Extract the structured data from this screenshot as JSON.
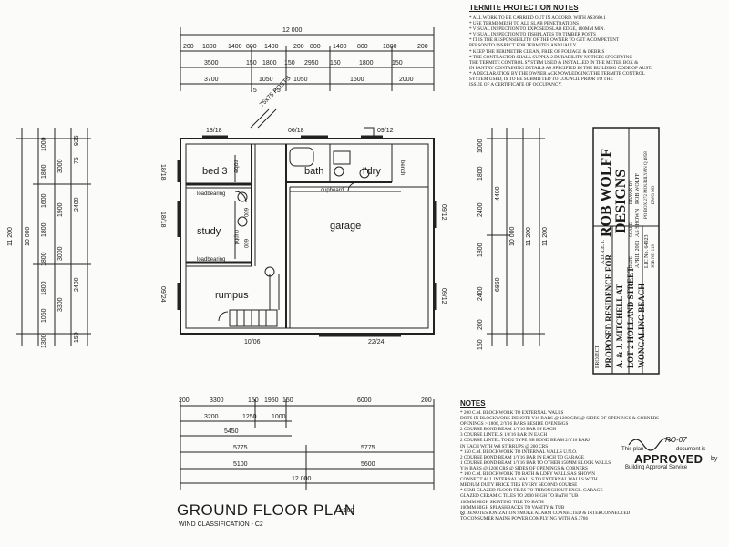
{
  "termite": {
    "title": "TERMITE PROTECTION NOTES",
    "items": [
      "* ALL WORK TO BE CARRIED OUT IN ACCORD. WITH AS3660.1",
      "* USE TERMI-MESH TO ALL SLAB PENETRATIONS",
      "* VISUAL INSPECTION TO EXPOSED SLAB EDGE, 100mm MIN.",
      "* VISUAL INSPECTION TO FISHPLATES TO TIMBER POSTS",
      "* IT IS THE RESPONSIBILITY OF THE OWNER TO GET A COMPETENT",
      "  PERSON TO INSPECT FOR TERMITES ANNUALLY",
      "* KEEP THE PERIMETER CLEAN, FREE OF FOLIAGE & DEBRIS",
      "* THE CONTRACTOR SHALL SUPPLY 2 DURABILITY NOTICES SPECIFYING",
      "  THE TERMITE CONTROL SYSTEM USED & INSTALLED IN THE METER BOX &",
      "  IN PANTRY  CONTAINING DETAILS AS SPECIFIED IN THE BUILDING CODE OF AUST.",
      "* A DECLARATION BY THE OWNER ACKNOWLEDGING THE TERMITE CONTROL",
      "  SYSTEM USED, IS TO BE SUBMITTED TO COUNCIL PRIOR TO THE",
      "  ISSUE OF A CERTIFICATE OF OCCUPANCY."
    ]
  },
  "notes": {
    "title": "NOTES",
    "items": [
      "* 200 C.M. BLOCKWORK TO EXTERNAL WALLS",
      "  DOTS IN BLOCKWORK DENOTE Y16 BARS @ 1200 CRS @ SIDES OF OPENINGS & CORNERS",
      "  OPENINGS > 1800, 2/Y16 BARS BESIDE OPENINGS",
      "  2 COURSE BOND BEAM 1/Y16 BAR IN EACH",
      "  3 COURSE LINTELS 1/Y16 BAR IN EACH",
      "  2 COURSE LINTEL TO D2 TYPE BB BOND BEAM 2/Y16 BARS",
      "  IN EACH WITH W8 STIRRUPS @ 200 CRS",
      "* 150 C.M. BLOCKWORK TO INTERNAL WALLS U.N.O.",
      "  2 COURSE BOND BEAM 1/Y16 BAR IN EACH TO GARAGE",
      "  1 COURSE BOND BEAM 1/Y16 BAR TO OTHER 150mm BLOCK WALLS",
      "  Y16 BARS @ 1200 CRS @ SIDES OF OPENINGS & CORNERS",
      "* 100 C.M. BLOCKWORK TO BATH & LDRY WALLS AS SHOWN",
      "  CONNECT ALL INTERNAL WALLS TO EXTERNAL WALLS WITH",
      "  MEDIUM DUTY BRICK TIES EVERY SECOND COURSE",
      "* SEMI-GLAZED FLOOR TILES TO THROUGHOUT EXCL. GARAGE",
      "  GLAZED CERAMIC TILES TO 2000 HIGH TO BATH TUB",
      "  100mm HIGH SKIRTING TILE TO BATH",
      "  100mm HIGH SPLASHBACKS TO VANITY & TUB",
      "",
      "DENOTES IONIZATION SMOKE ALARM CONNECTED & INTERCONNECTED",
      "  TO CONSUMER MAINS POWER COMPLYING WITH AS.3786"
    ]
  },
  "stamp": {
    "line1": "This plan",
    "line1b": "document is",
    "main": "APPROVED",
    "by": "by",
    "line3": "Building Approval Service",
    "signature": "RO-07"
  },
  "title_block": {
    "firm": "ROB WOLFF",
    "firm2": "DESIGNS",
    "abn": "A.D.R.E.T.",
    "project_label": "PROJECT",
    "project_lines": [
      "PROPOSED RESIDENCE FOR",
      "A. & J. MITCHELL AT",
      "LOT 2 HOLLAND STREET",
      "WONGALING BEACH"
    ],
    "date_label": "DATE",
    "date": "APRIL 2001",
    "scale_label": "SCALE",
    "scale": "AS SHOWN",
    "drawn_label": "DRAWN BY",
    "drawn": "ROB WOLFF",
    "lic": "LIC No. 64923",
    "address": "PO BOX 272 MOURILYAN Q 4858",
    "job": "JOB NO 119",
    "dwg": "DWG NO"
  },
  "plan": {
    "title": "GROUND FLOOR PLAN",
    "scale_text": "1:100",
    "wind": "WIND CLASSIFICATION - C2",
    "rooms": {
      "bed3": "bed 3",
      "robe": "robe",
      "study": "study",
      "cupbd": "cupbd",
      "bath": "bath",
      "ldry": "l'dry",
      "bench": "bench",
      "garage": "garage",
      "cupboard": "cupboard",
      "rumpus": "rumpus",
      "loadbearing1": "loadbearing",
      "loadbearing2": "loadbearing",
      "robe_w": "600",
      "cupbd_w": "600",
      "posts": "75x75 POSTS"
    },
    "windows": [
      "18/18",
      "06/18",
      "09/12",
      "18/18",
      "18/18",
      "09/24",
      "09/12",
      "09/12",
      "10/06",
      "22/24"
    ],
    "top_dims": {
      "overall": "12 000",
      "row1": [
        "200",
        "1800",
        "1400",
        "800",
        "1400",
        "200",
        "800",
        "1400",
        "800",
        "1800",
        "200"
      ],
      "row2": [
        "3500",
        "150",
        "1800",
        "150",
        "2950",
        "150",
        "1800",
        "150"
      ],
      "row3": [
        "3700",
        "1050",
        "1050",
        "1500",
        "2000"
      ],
      "small": [
        "75",
        "75"
      ]
    },
    "bottom_dims": {
      "row1": [
        "200",
        "3300",
        "150",
        "1950",
        "150",
        "6000",
        "200"
      ],
      "row2": [
        "3200",
        "1250",
        "1000"
      ],
      "row3": [
        "5450"
      ],
      "row4": [
        "5775",
        "5775"
      ],
      "row5": [
        "5100",
        "5600"
      ],
      "overall": "12 000"
    },
    "left_dims": {
      "overall": "11 200",
      "inner": "10 000",
      "col_a": [
        "1000",
        "1800",
        "1600",
        "1800",
        "1800",
        "1800",
        "1050",
        "1300"
      ],
      "col_b": [
        "3000",
        "1900",
        "3000",
        "3300"
      ],
      "col_c": [
        "925",
        "75"
      ],
      "col_d": [
        "2400",
        "2400",
        "150"
      ]
    },
    "right_dims": {
      "a": "4400",
      "b": "6850",
      "c": "10 000",
      "d": "11 200",
      "e": "11 200",
      "small": [
        "1000",
        "1800",
        "2400",
        "1800",
        "2400",
        "200",
        "150"
      ]
    }
  }
}
